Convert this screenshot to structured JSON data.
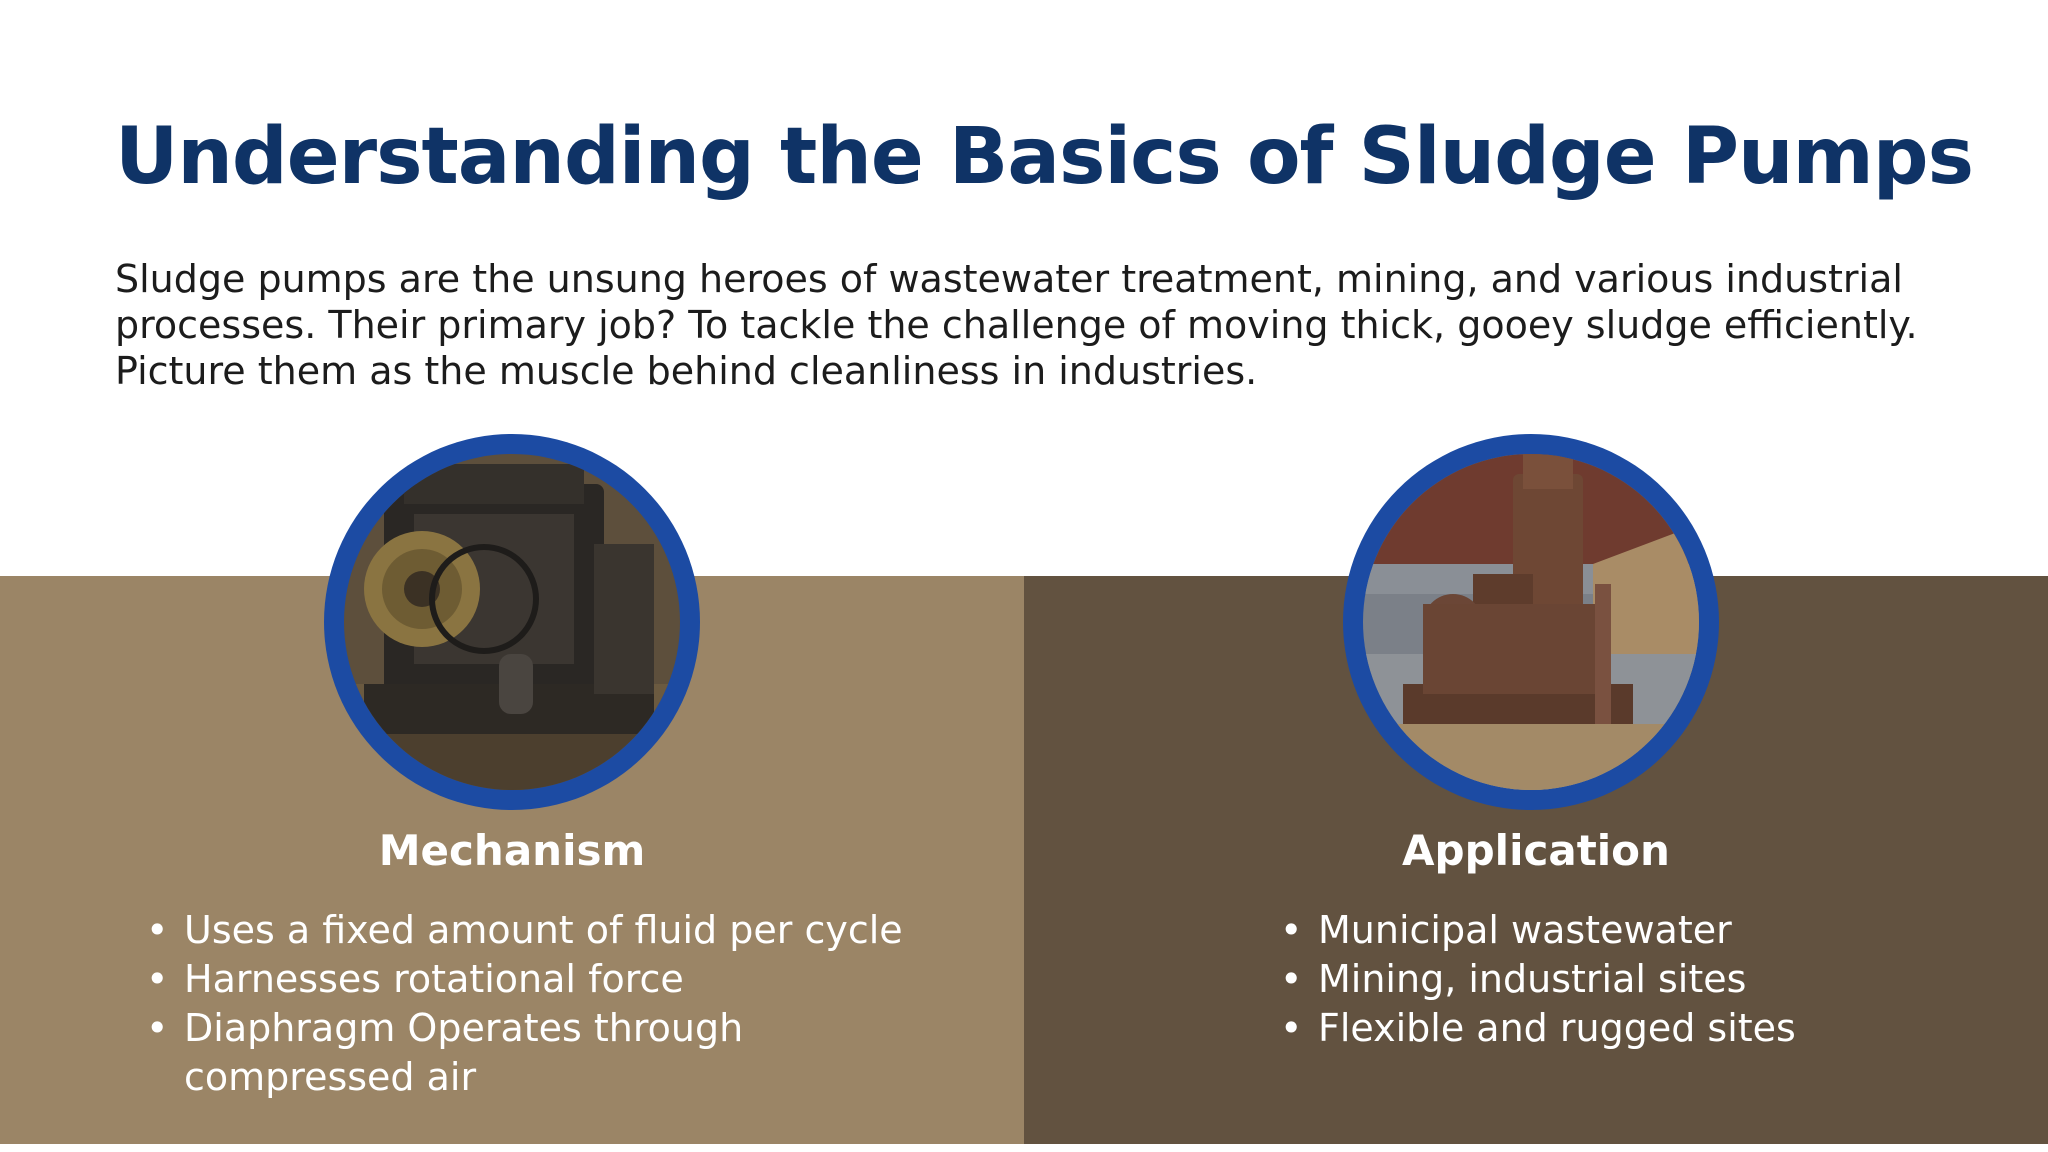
{
  "slide": {
    "title": "Understanding the Basics of Sludge Pumps",
    "intro": "Sludge pumps are the unsung heroes of wastewater treatment, mining, and various industrial processes. Their primary job? To tackle the challenge of moving thick, gooey sludge efficiently. Picture them as the muscle behind cleanliness in industries."
  },
  "colors": {
    "title": "#0f3366",
    "left_panel": "#9b8566",
    "right_panel": "#625240",
    "photo_ring": "#1c4ba3"
  },
  "columns": [
    {
      "heading": "Mechanism",
      "photo": "sludge-pump-photo",
      "bullets": [
        "Uses a fixed amount of fluid per cycle",
        "Harnesses rotational force",
        "Diaphragm  Operates through compressed air"
      ]
    },
    {
      "heading": "Application",
      "photo": "sludge-pump-photo",
      "bullets": [
        "Municipal wastewater",
        "Mining, industrial sites",
        "Flexible and rugged sites"
      ]
    }
  ]
}
